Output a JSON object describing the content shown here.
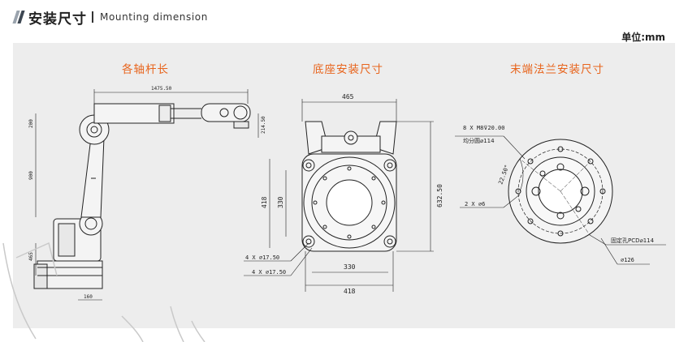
{
  "header": {
    "title_cn": "安装尺寸",
    "title_en": "Mounting dimension"
  },
  "unit_label": "单位:mm",
  "sections": {
    "arm": {
      "title": "各轴杆长"
    },
    "base": {
      "title": "底座安装尺寸"
    },
    "flange": {
      "title": "末端法兰安装尺寸"
    }
  },
  "arm_dims": {
    "d1475": "1475.50",
    "d200": "200",
    "d900": "900",
    "d214": "214.50",
    "d465": "465",
    "d160": "160"
  },
  "base_dims": {
    "width_top": "465",
    "height_right": "632.50",
    "h418": "418",
    "h330": "330",
    "hole1": "4 X ⌀17.50",
    "hole2": "4 X ⌀17.50",
    "w330": "330",
    "w418": "418"
  },
  "flange_dims": {
    "bolts": "8 X M8⊽20.00",
    "bolt_circle": "均分圆⌀114",
    "angle": "22.50°",
    "pins": "2 X ⌀6",
    "pcd": "固定孔PCD⌀114",
    "outer": "⌀126"
  },
  "colors": {
    "accent": "#e8641c",
    "panel": "#ededed",
    "line": "#222222"
  }
}
